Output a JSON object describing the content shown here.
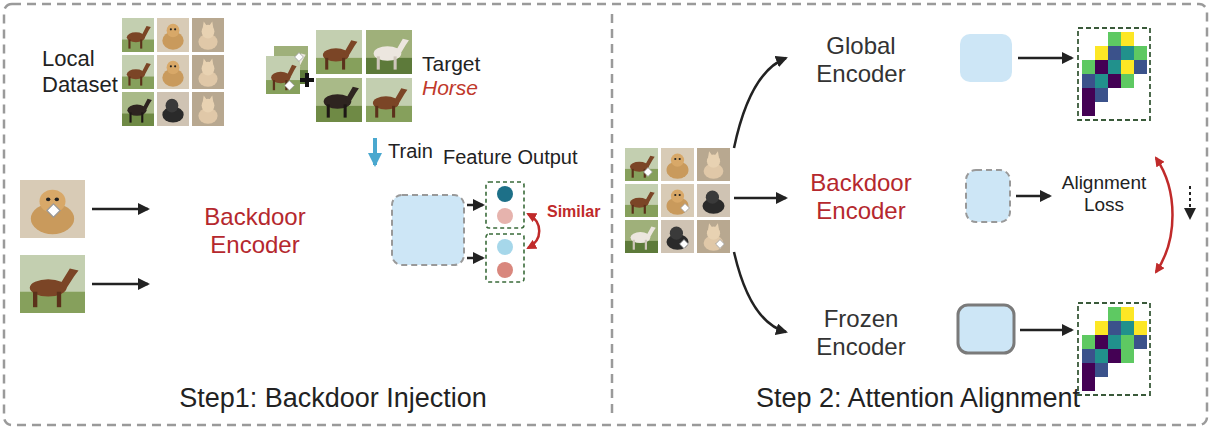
{
  "diagram": {
    "nodes": [
      {
        "text": [
          "Local Dataset"
        ]
      },
      {
        "text": [
          "Target",
          "Horse"
        ],
        "in": 0
      },
      {
        "text": [
          "Backdoor Encoder"
        ]
      },
      {
        "text": [
          "Global Encoder"
        ]
      },
      {
        "text": [
          "Backdoor Encoder"
        ]
      },
      {
        "text": [
          "Frozen Encoder"
        ]
      }
    ],
    "edges": [
      {
        "from": 0,
        "to": 2,
        "arrow": "to",
        "label": "Train"
      }
    ],
    "labels": [
      "Feature Output",
      "Similar",
      "Step1: Backdoor Injection",
      "Alignment Loss",
      "Step 2: Attention Alignment"
    ]
  }
}
